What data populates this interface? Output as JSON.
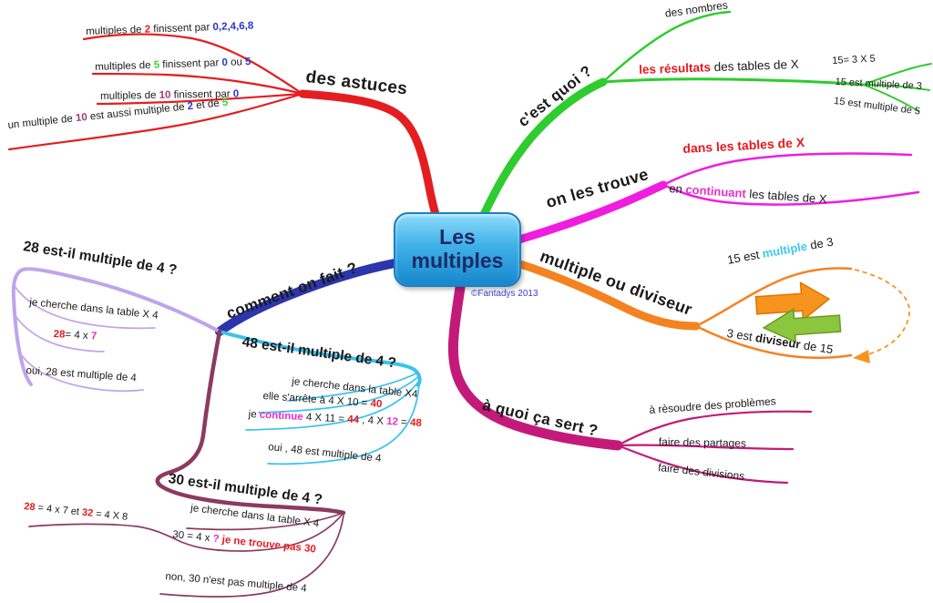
{
  "center": {
    "title_line1": "Les",
    "title_line2": "multiples",
    "credit": "©Fantadys 2013"
  },
  "colors": {
    "red": "#e41e20",
    "green_branch": "#2ecc2e",
    "magenta_branch": "#f01ddf",
    "orange": "#f58220",
    "pink": "#c31a7a",
    "navy": "#2c35ab",
    "lavender": "#c0a4ea",
    "cyan_branch": "#39c2ec",
    "maroon": "#8c3a60",
    "black_text": "#1a1a1a",
    "red_text": "#e8191f",
    "blue_text": "#2a35cf",
    "green_text": "#3ed32a",
    "purple_text": "#9e3a78",
    "magenta_text": "#e92ccd",
    "cyan_text": "#3cc9f0",
    "arrow_orange": "#f7941d",
    "arrow_orange_dark": "#de7500",
    "arrow_green": "#8cc63e",
    "arrow_green_dark": "#6a9a24",
    "node_fill_top": "#8edcfa",
    "node_fill_bottom": "#1787cd",
    "node_border": "#1a7fc0",
    "node_text": "#1e2a66",
    "credit_blue": "#3a3ad6"
  },
  "branches": {
    "astuces": {
      "label": "des astuces",
      "items": [
        [
          {
            "t": "multiples de "
          },
          {
            "t": "2",
            "c": "red_text",
            "b": true
          },
          {
            "t": " finissent par "
          },
          {
            "t": "0,2,4,6,8",
            "c": "blue_text",
            "b": true
          }
        ],
        [
          {
            "t": "multiples de "
          },
          {
            "t": "5",
            "c": "green_text",
            "b": true
          },
          {
            "t": " finissent par "
          },
          {
            "t": "0",
            "c": "blue_text",
            "b": true
          },
          {
            "t": " ou "
          },
          {
            "t": "5",
            "c": "blue_text",
            "b": true
          }
        ],
        [
          {
            "t": "multiples de "
          },
          {
            "t": "10",
            "c": "purple_text",
            "b": true
          },
          {
            "t": " finissent par "
          },
          {
            "t": "0",
            "c": "blue_text",
            "b": true
          }
        ],
        [
          {
            "t": "un multiple de "
          },
          {
            "t": "10",
            "c": "purple_text",
            "b": true
          },
          {
            "t": " est aussi multiple de "
          },
          {
            "t": "2",
            "c": "blue_text",
            "b": true
          },
          {
            "t": " et de "
          },
          {
            "t": "5",
            "c": "green_text",
            "b": true
          }
        ]
      ]
    },
    "cest_quoi": {
      "label": "c'est quoi ?",
      "des_nombres": "des nombres",
      "resultats": [
        {
          "t": "les résultats",
          "c": "red_text",
          "b": true
        },
        {
          "t": " des tables de X"
        }
      ],
      "examples": [
        "15= 3 X 5",
        "15 est multiple de 3",
        "15 est multiple de 5"
      ]
    },
    "trouve": {
      "label": "on les trouve",
      "dans": [
        {
          "t": "dans les tables de X",
          "c": "red_text",
          "b": true
        }
      ],
      "continuant": [
        {
          "t": "en "
        },
        {
          "t": "continuant",
          "c": "magenta_text",
          "b": true
        },
        {
          "t": " les tables de X"
        }
      ]
    },
    "mult_div": {
      "label": "multiple ou diviseur",
      "haut": [
        {
          "t": "15 est "
        },
        {
          "t": "multiple",
          "c": "cyan_text",
          "b": true
        },
        {
          "t": " de 3"
        }
      ],
      "bas": [
        {
          "t": "3 est "
        },
        {
          "t": "diviseur",
          "b": true
        },
        {
          "t": " de 15"
        }
      ]
    },
    "sert": {
      "label": "à quoi ça sert ?",
      "items": [
        "à rèsoudre des problèmes",
        "faire des partages",
        "faire des divisions"
      ]
    },
    "comment": {
      "label": "comment on fait ?",
      "q28": {
        "title": "28 est-il multiple de 4 ?",
        "step1": "je cherche dans la table X 4",
        "step2": [
          {
            "t": "28",
            "c": "red_text",
            "b": true
          },
          {
            "t": "= 4 x "
          },
          {
            "t": "7",
            "c": "magenta_text",
            "b": true
          }
        ],
        "step3": "oui, 28 est multiple de 4"
      },
      "q48": {
        "title": "48 est-il multiple de 4 ?",
        "step1": "je cherche dans la table X4",
        "step2": [
          {
            "t": "elle s'arrête à 4 X 10 = "
          },
          {
            "t": "40",
            "c": "red_text",
            "b": true
          }
        ],
        "step3": [
          {
            "t": "je "
          },
          {
            "t": "continue",
            "c": "magenta_text",
            "b": true
          },
          {
            "t": " 4 X 11 = "
          },
          {
            "t": "44",
            "c": "red_text",
            "b": true
          },
          {
            "t": " , 4 X "
          },
          {
            "t": "12",
            "c": "magenta_text",
            "b": true
          },
          {
            "t": " = "
          },
          {
            "t": "48",
            "c": "red_text",
            "b": true
          }
        ],
        "step4": "oui , 48 est multiple de 4"
      },
      "q30": {
        "title": "30 est-il multiple de 4 ?",
        "step1": "je cherche dans la table X 4",
        "note": [
          {
            "t": "28",
            "c": "red_text",
            "b": true
          },
          {
            "t": " = 4 x 7 et "
          },
          {
            "t": "32",
            "c": "red_text",
            "b": true
          },
          {
            "t": " = 4 X 8"
          }
        ],
        "step2": [
          {
            "t": "30 = 4 x "
          },
          {
            "t": "?",
            "c": "magenta_text",
            "b": true
          },
          {
            "t": " "
          },
          {
            "t": "je ne trouve pas 30",
            "c": "red_text",
            "b": true
          }
        ],
        "step3": "non, 30 n'est pas multiple de 4"
      }
    }
  }
}
